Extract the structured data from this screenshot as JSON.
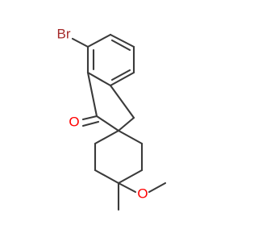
{
  "molecule": {
    "atoms": {
      "bromine": "Br",
      "ketone_oxygen": "O",
      "ether_oxygen": "O"
    },
    "colors": {
      "bond": "#3a3a3a",
      "bromine": "#a52a2a",
      "oxygen": "#ff0000"
    }
  }
}
